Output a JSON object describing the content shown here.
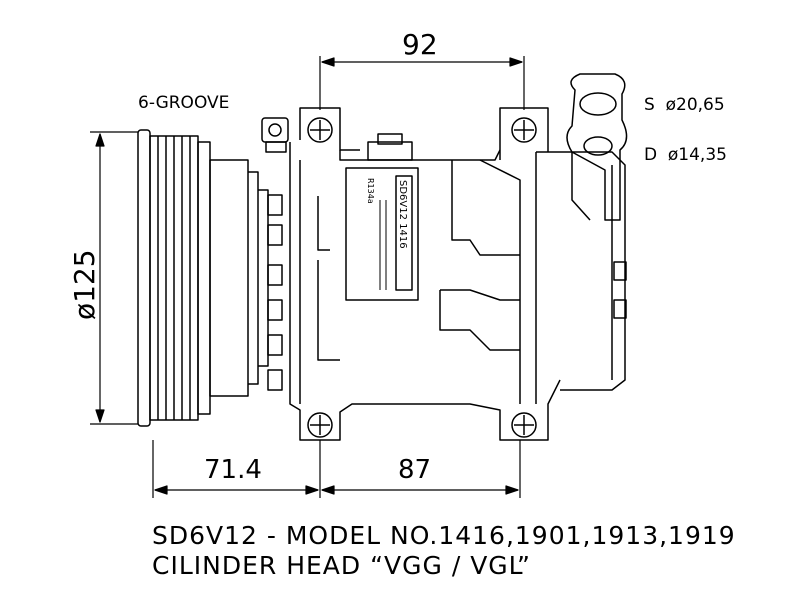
{
  "labels": {
    "groove": "6-GROOVE",
    "dim_top": "92",
    "dim_diameter": "ø125",
    "dim_left": "71.4",
    "dim_right": "87",
    "suction": "S  ø20,65",
    "discharge": "D  ø14,35",
    "plate_model": "SD6V12 1416",
    "plate_refrigerant": "R134a"
  },
  "caption": {
    "line1": "SD6V12 - MODEL NO.1416,1901,1913,1919",
    "line2": "CILINDER HEAD “VGG / VGL”"
  }
}
